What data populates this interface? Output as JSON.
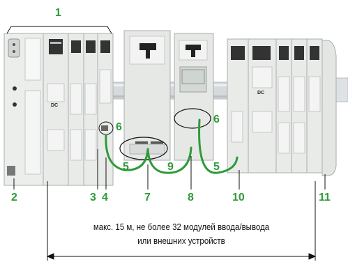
{
  "callouts": {
    "c1": "1",
    "c2": "2",
    "c3": "3",
    "c4": "4",
    "c5a": "5",
    "c5b": "5",
    "c6a": "6",
    "c6b": "6",
    "c7": "7",
    "c8": "8",
    "c9": "9",
    "c10": "10",
    "c11": "11"
  },
  "caption": {
    "line1": "макс. 15 м, не более 32 модулей ввода/вывода",
    "line2": "или внешних устройств"
  },
  "module_labels": {
    "input_dc": "DC",
    "input_dc_right": "DC"
  },
  "colors": {
    "accent": "#2e9a3a",
    "module": "#e9ebe9",
    "rail": "#c8ccd0",
    "line": "#111111"
  }
}
